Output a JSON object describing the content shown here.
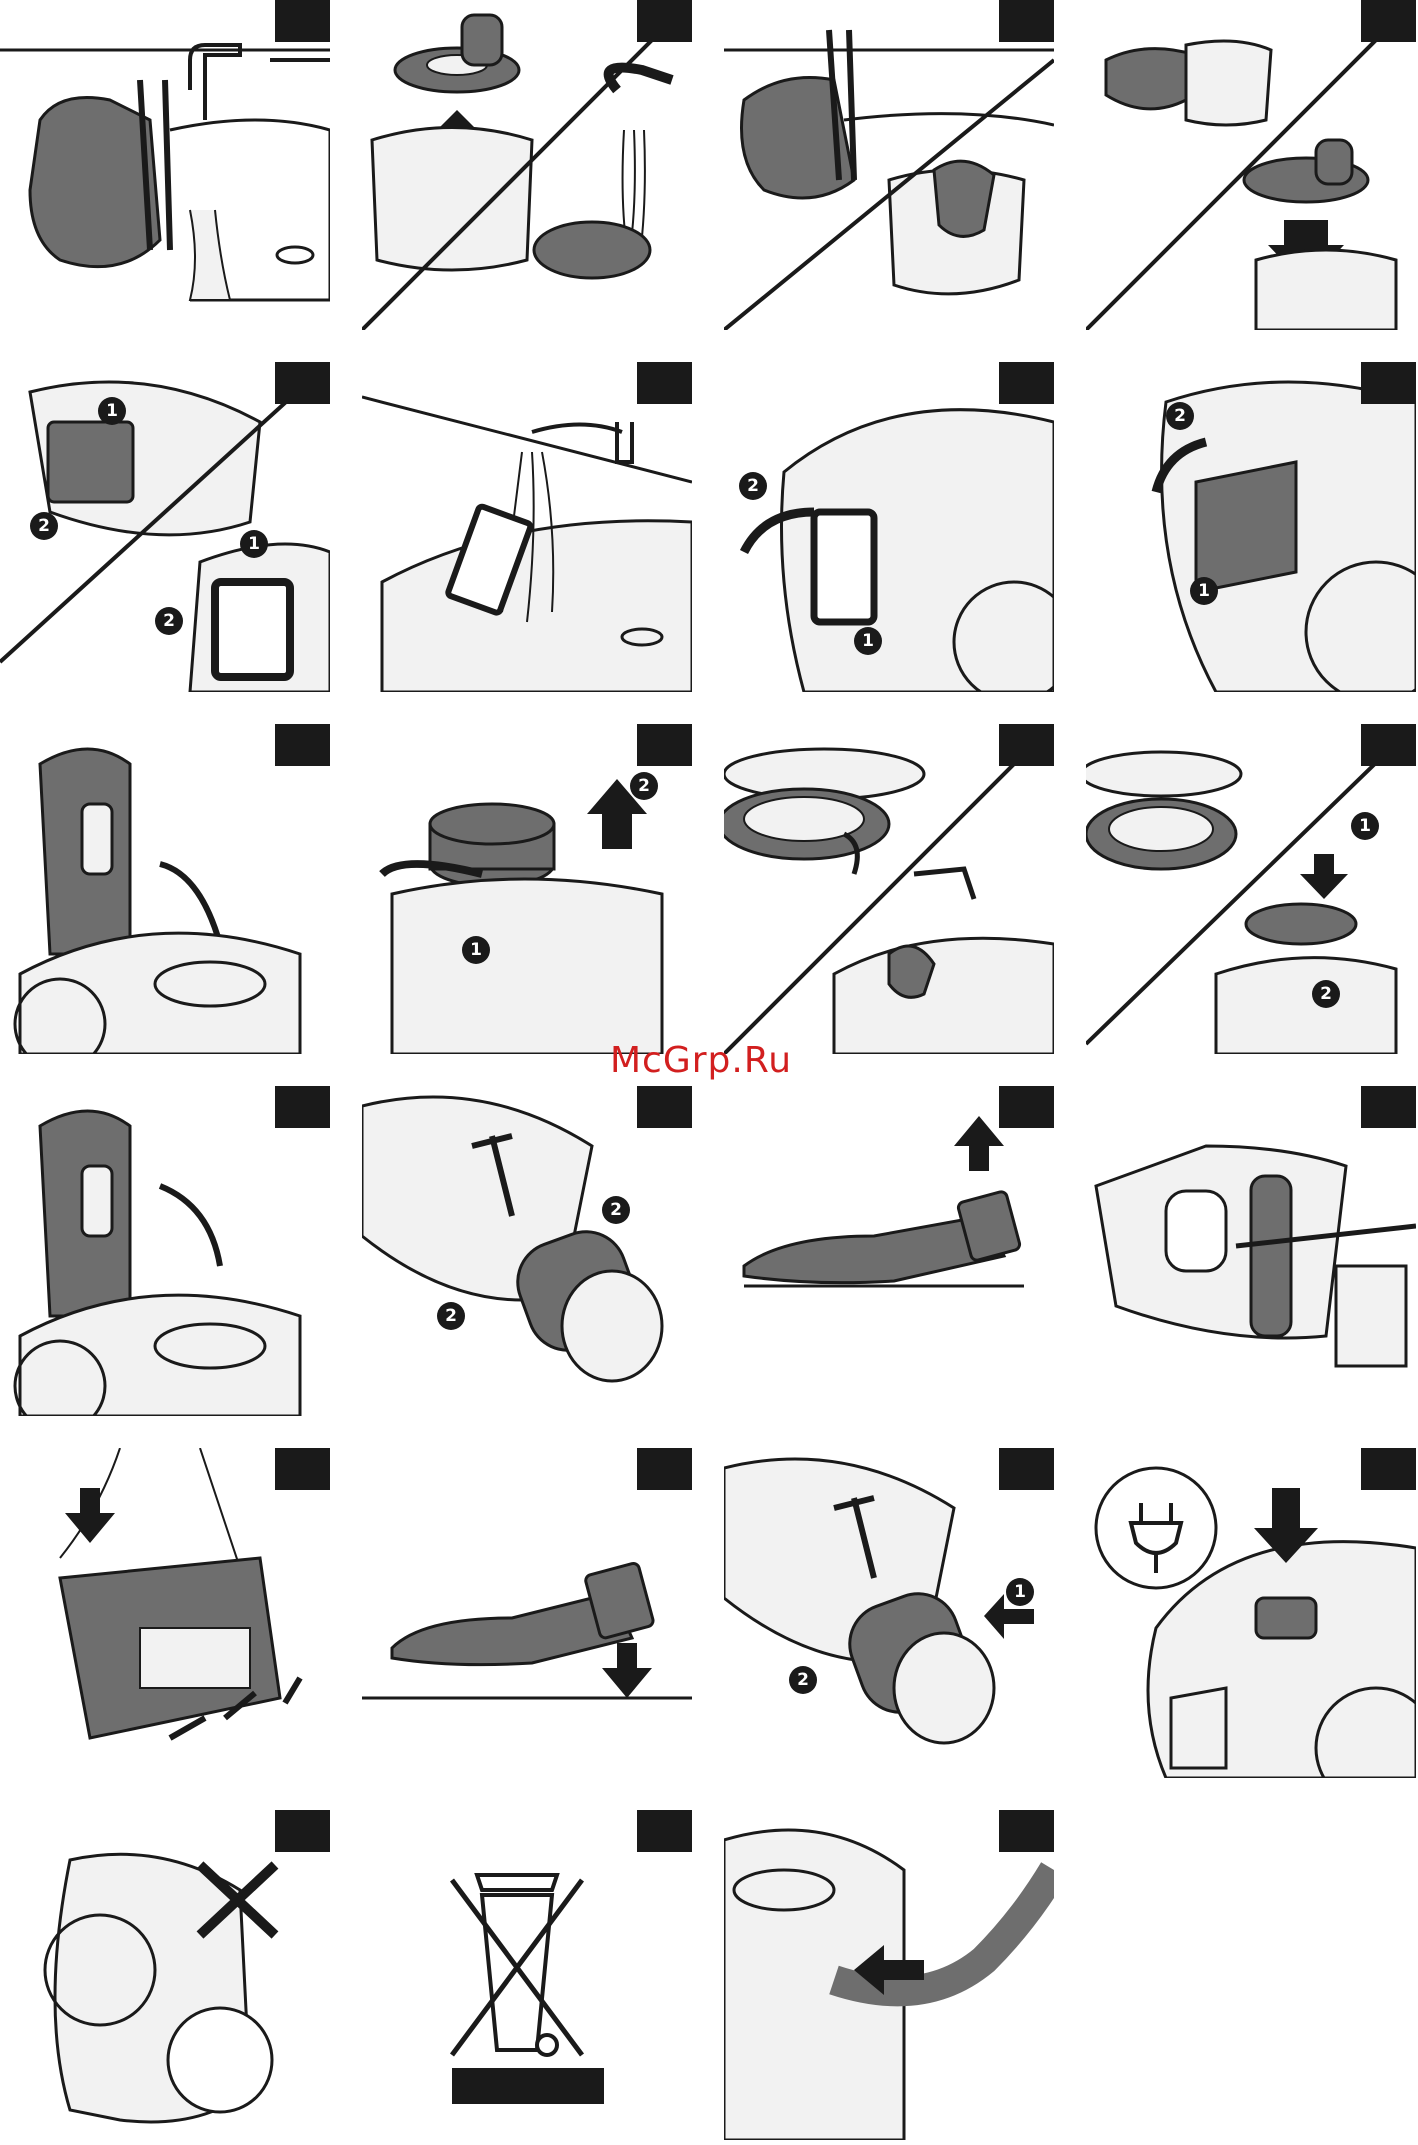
{
  "watermark": {
    "text": "McGrp.Ru",
    "color": "#d21f1f"
  },
  "badges": {
    "one": "1",
    "two": "2"
  },
  "colors": {
    "ink": "#1a1a1a",
    "fill_dark": "#6e6e6e",
    "fill_light": "#f2f2f2"
  },
  "icons": [
    "arrow-icon",
    "water-stream-icon",
    "plug-icon",
    "cross-icon",
    "crossed-out-bin-icon"
  ]
}
